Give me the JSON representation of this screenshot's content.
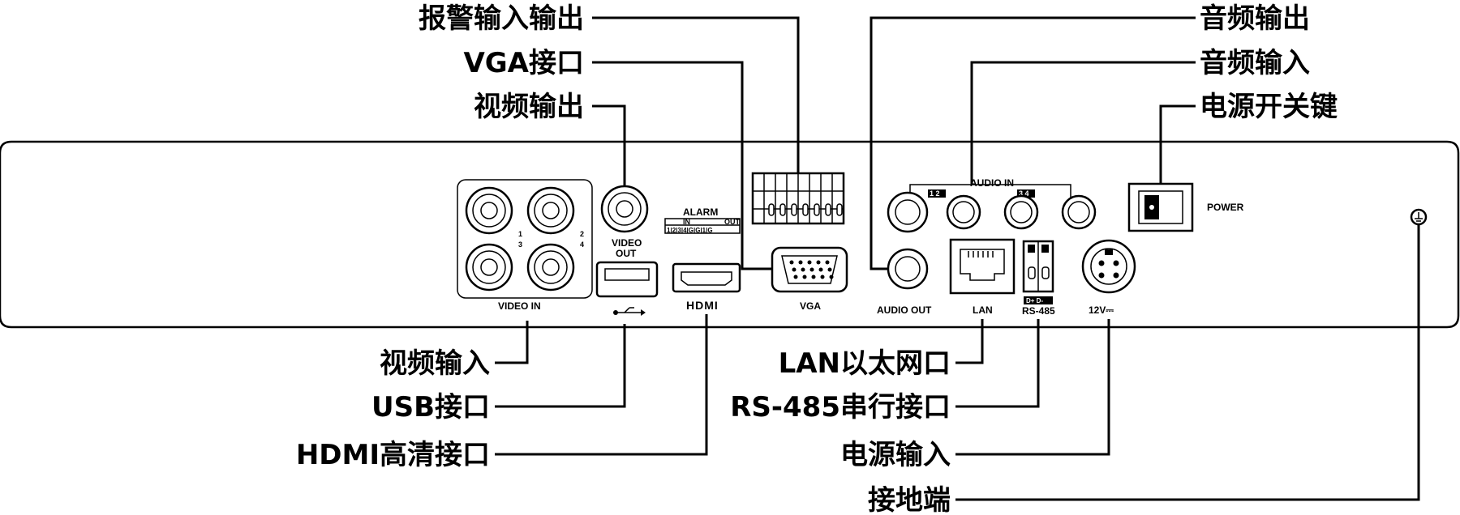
{
  "callouts": {
    "alarm_io": "报警输入输出",
    "vga_port": "VGA接口",
    "video_out": "视频输出",
    "audio_out": "音频输出",
    "audio_in": "音频输入",
    "power_switch": "电源开关键",
    "video_in": "视频输入",
    "usb_port": "USB接口",
    "hdmi_port": "HDMI高清接口",
    "lan_port": "LAN以太网口",
    "rs485_port": "RS-485串行接口",
    "power_in": "电源输入",
    "ground": "接地端"
  },
  "panel": {
    "video_in": "VIDEO IN",
    "video_out_line1": "VIDEO",
    "video_out_line2": "OUT",
    "alarm": "ALARM",
    "alarm_in": "IN",
    "alarm_out": "OUT",
    "alarm_pins": "1|2|3|4|G|G|1|G",
    "hdmi": "HDMI",
    "vga": "VGA",
    "audio_in": "AUDIO IN",
    "audio_out": "AUDIO OUT",
    "lan": "LAN",
    "rs485": "RS-485",
    "rs485_pins": "D+ D-",
    "power_label": "POWER",
    "dc_input": "12V⎓",
    "bnc_1": "1",
    "bnc_2": "2",
    "bnc_3": "3",
    "bnc_4": "4",
    "audio_1_2": "1  2",
    "audio_3_4": "3  4"
  }
}
